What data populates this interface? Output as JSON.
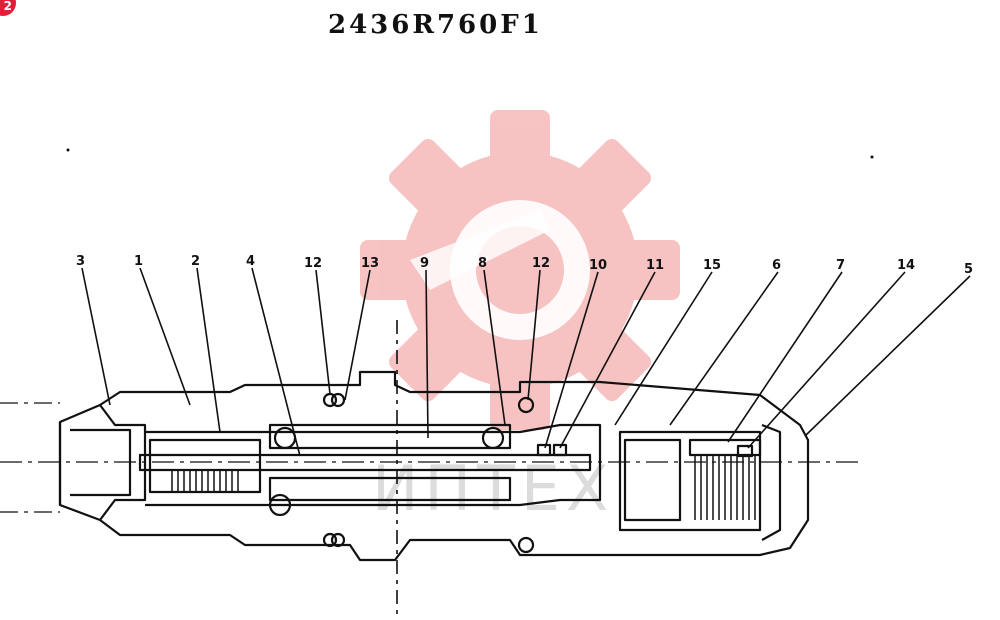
{
  "page_badge": "2",
  "title": "2436R760F1",
  "watermark": {
    "text": "ИПТЕХ",
    "color": "#f4b3b3"
  },
  "part_labels": [
    "3",
    "1",
    "2",
    "4",
    "12",
    "13",
    "9",
    "8",
    "12",
    "10",
    "11",
    "15",
    "6",
    "7",
    "14",
    "5"
  ]
}
